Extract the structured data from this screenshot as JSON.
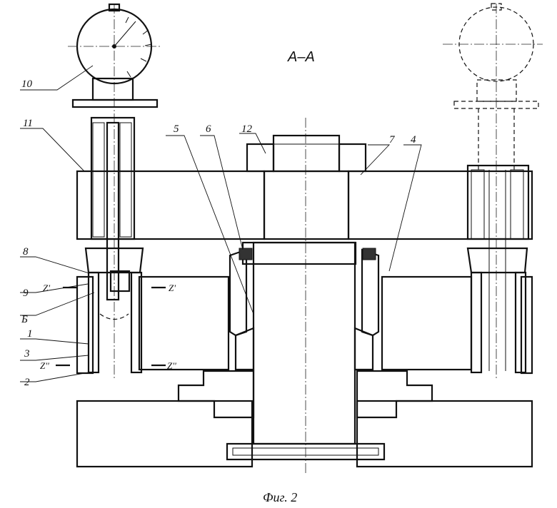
{
  "section_label": "А–А",
  "caption": "Фиг. 2",
  "callouts": {
    "c1": "1",
    "c2": "2",
    "c3": "3",
    "c4": "4",
    "c5": "5",
    "c6": "6",
    "c7": "7",
    "c8": "8",
    "c9": "9",
    "c10": "10",
    "c11": "11",
    "c12": "12",
    "cB": "Б"
  },
  "planes": {
    "z1": "Z'",
    "z2": "Z''"
  }
}
